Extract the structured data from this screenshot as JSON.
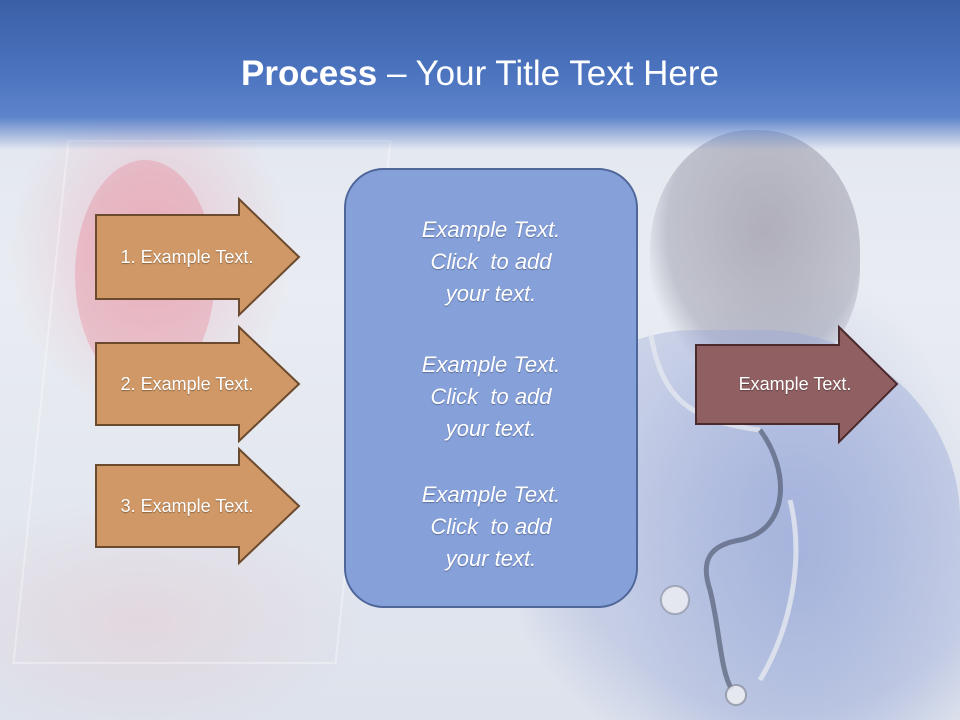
{
  "title": {
    "bold": "Process",
    "separator": " – ",
    "rest": "Your Title Text Here"
  },
  "steps": [
    {
      "label": "1. Example Text."
    },
    {
      "label": "2. Example Text."
    },
    {
      "label": "3. Example Text."
    }
  ],
  "center_box": {
    "blocks": [
      {
        "line1": "Example Text.",
        "line2": "Click  to add",
        "line3": "your text."
      },
      {
        "line1": "Example Text.",
        "line2": "Click  to add",
        "line3": "your text."
      },
      {
        "line1": "Example Text.",
        "line2": "Click  to add",
        "line3": "your text."
      }
    ]
  },
  "output": {
    "label": "Example Text."
  },
  "colors": {
    "title_band": "#4a72bd",
    "step_arrow_fill": "#cf9866",
    "step_arrow_stroke": "#6b4a2e",
    "center_box_fill": "#86a0da",
    "center_box_stroke": "#4e6698",
    "output_arrow_fill": "#8f5f62",
    "output_arrow_stroke": "#4a2a2c",
    "text": "#ffffff"
  },
  "background": {
    "description_icon": "nurse-with-stethoscope-photo"
  }
}
